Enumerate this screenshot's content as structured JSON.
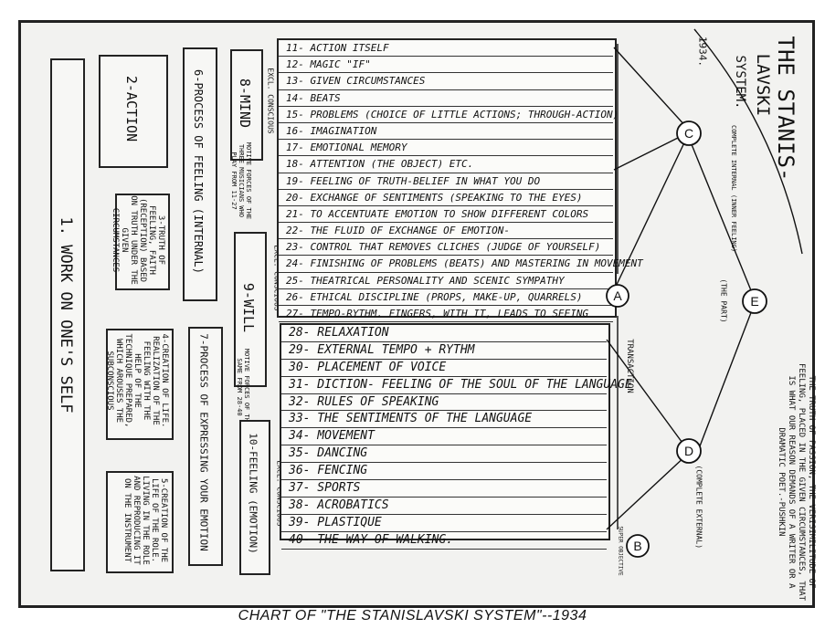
{
  "title": {
    "line1": "THE STANIS-",
    "line2": "LAVSKI",
    "line3": "SYSTEM.",
    "line4": "1934."
  },
  "caption": "CHART OF \"THE STANISLAVSKI SYSTEM\"--1934",
  "left_boxes": {
    "work": "1. WORK ON ONE'S SELF",
    "action": "2-ACTION",
    "truth": "3-TRUTH OF FEELING, FAITH (RECEPTION) BASED ON TRUTH UNDER THE GIVEN CIRCUMSTANCES",
    "creation": "4-CREATION OF LIFE. REALIZATION OF THE FEELING WITH THE HELP OF THE TECHNIQUE PREPARED, WHICH AROUSES THE SUBCONSCIOUS",
    "creation_of_role": "5-CREATION OF THE LIFE OF THE ROLE. LIVING IN THE ROLE AND REPRODUCING IT ON THE INSTRUMENT"
  },
  "process_boxes": {
    "feeling": "6-PROCESS OF FEELING (INTERNAL)",
    "expressing": "7-PROCESS OF EXPRESSING YOUR EMOTION"
  },
  "motors": {
    "mind": "8-MIND",
    "will": "9-WILL",
    "feeling": "10-FEELING (EMOTION)",
    "mind_side": "EXCL. CONSCIOUS",
    "will_side": "EXCL. CONSCIOUS",
    "feeling_side": "EXCL. CONSCIOUS",
    "note1": "MOTIVE FORCES OF THE THREE MUSICIANS WHO PLAY FROM 11-27",
    "note2": "MOTIVE FORCES OF THE SAME FROM 28-40"
  },
  "inner_list": [
    "11- ACTION ITSELF",
    "12- MAGIC \"IF\"",
    "13- GIVEN CIRCUMSTANCES",
    "14- BEATS",
    "15- PROBLEMS (CHOICE OF LITTLE ACTIONS; THROUGH-ACTION)",
    "16- IMAGINATION",
    "17- EMOTIONAL MEMORY",
    "18- ATTENTION (THE OBJECT) ETC.",
    "19- FEELING OF TRUTH-BELIEF IN WHAT YOU DO",
    "20- EXCHANGE OF SENTIMENTS (SPEAKING TO THE EYES)",
    "21- TO ACCENTUATE EMOTION TO SHOW DIFFERENT COLORS",
    "22- THE FLUID OF EXCHANGE OF EMOTION-",
    "23- CONTROL THAT REMOVES CLICHES (JUDGE OF YOURSELF)",
    "24- FINISHING OF PROBLEMS (BEATS) AND MASTERING IN MOVEMENT",
    "25- THEATRICAL PERSONALITY AND SCENIC SYMPATHY",
    "26- ETHICAL DISCIPLINE (PROPS, MAKE-UP, QUARRELS)",
    "27- TEMPO-RYTHM. FINGERS, WITH IT, LEADS TO SEEING"
  ],
  "outer_list": [
    "28- RELAXATION",
    "29- EXTERNAL TEMPO + RYTHM",
    "30- PLACEMENT OF VOICE",
    "31- DICTION- FEELING OF THE SOUL OF THE LANGUAGE",
    "32- RULES OF SPEAKING",
    "33- THE SENTIMENTS OF THE LANGUAGE",
    "34- MOVEMENT",
    "35- DANCING",
    "36- FENCING",
    "37- SPORTS",
    "38- ACROBATICS",
    "39- PLASTIQUE",
    "40- THE WAY OF WALKING."
  ],
  "nodes": {
    "C": "C",
    "E": "E",
    "D": "D",
    "A": "A",
    "B": "B",
    "c_note": "COMPLETE INTERNAL (INNER FEELING)",
    "e_note": "(THE PART)",
    "d_note": "(COMPLETE EXTERNAL)",
    "a_note": "TRANSACTION",
    "b_note": "SUPER OBJECTIVE"
  },
  "right_note": "THE TRUTH OF PASSION, THE VERISIMILITUDE OF FEELING, PLACED IN THE GIVEN CIRCUMSTANCES, THAT IS WHAT OUR REASON DEMANDS OF A WRITER OR A DRAMATIC POET.-PUSHKIN",
  "colors": {
    "ink": "#111111",
    "paper": "#f2f2f0",
    "page": "#ffffff"
  }
}
